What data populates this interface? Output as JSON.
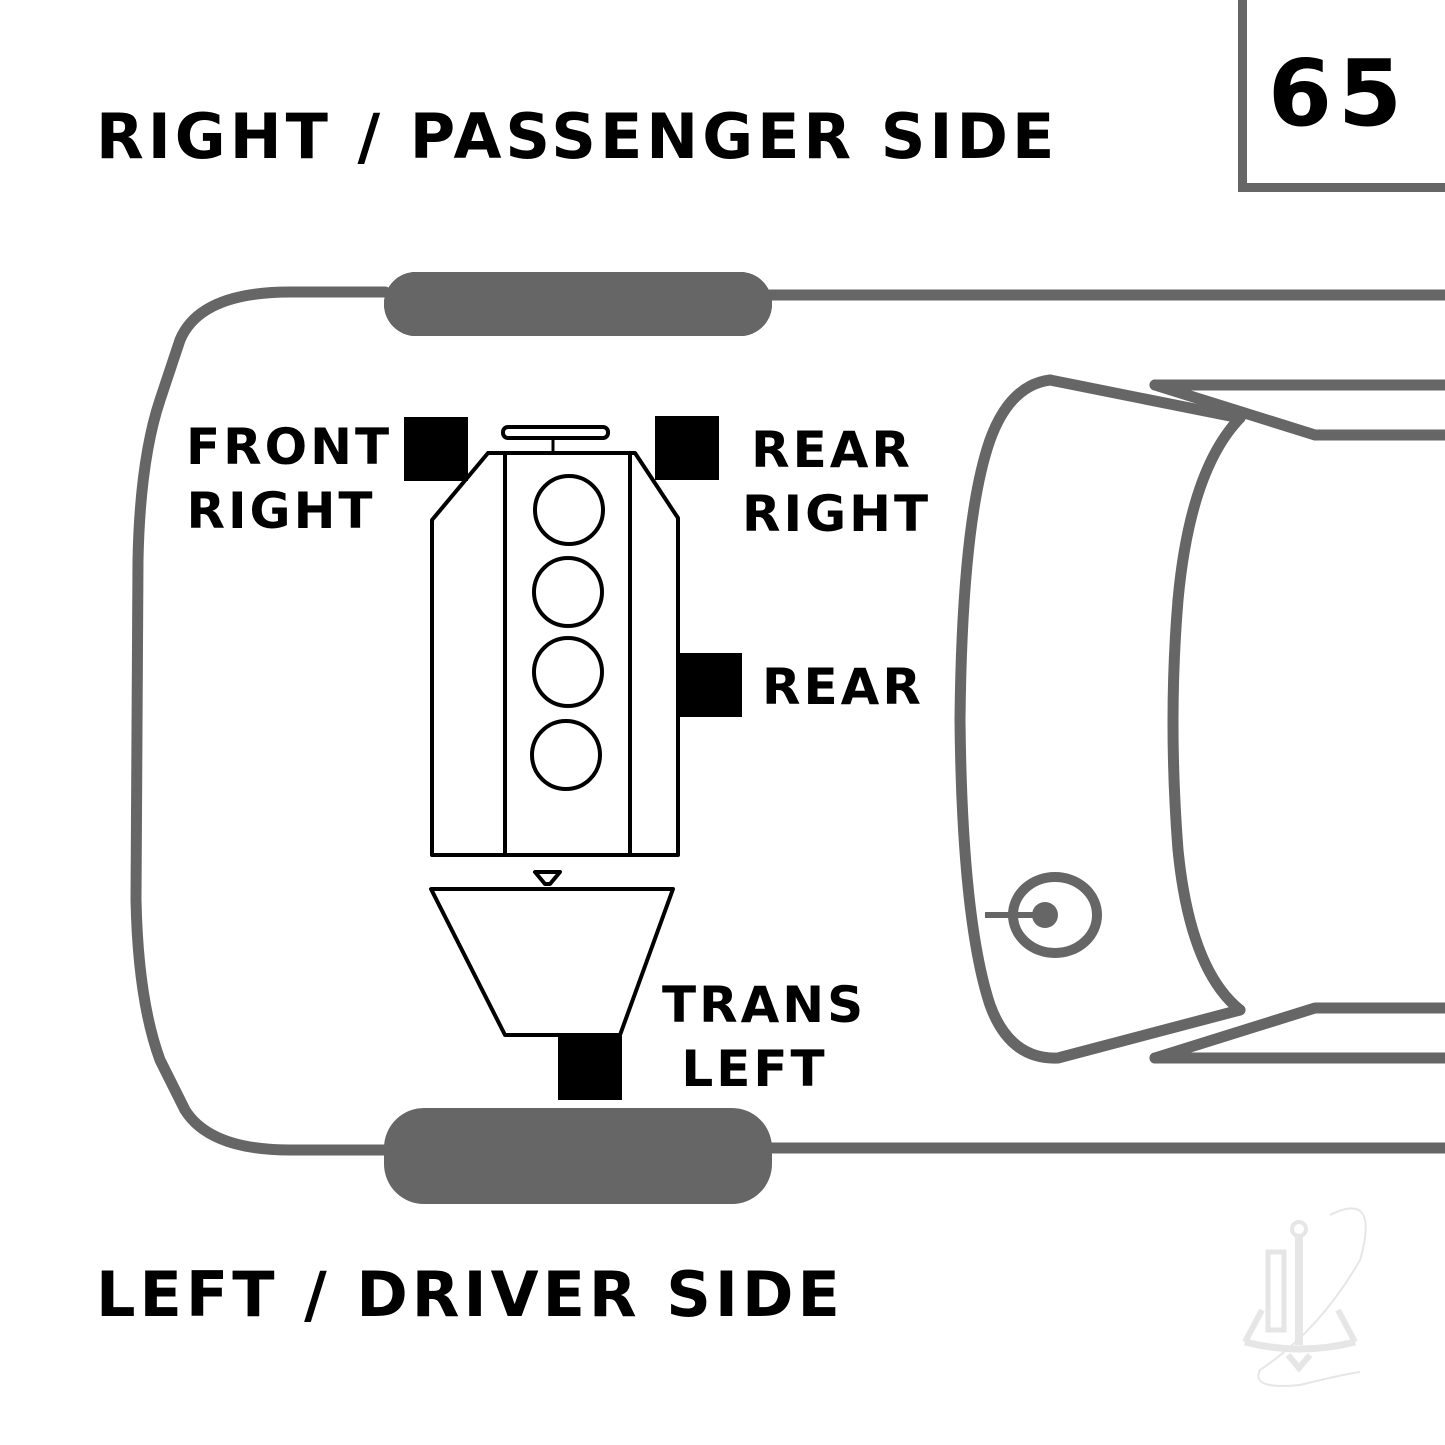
{
  "diagram": {
    "type": "engine-mount-location-diagram",
    "diagram_number": "65",
    "side_labels": {
      "top": "RIGHT / PASSENGER SIDE",
      "bottom": "LEFT / DRIVER SIDE"
    },
    "mounts": [
      {
        "id": "front-right",
        "line1": "FRONT",
        "line2": "RIGHT"
      },
      {
        "id": "rear-right",
        "line1": "REAR",
        "line2": "RIGHT"
      },
      {
        "id": "rear",
        "line1": "REAR",
        "line2": ""
      },
      {
        "id": "trans-left",
        "line1": "TRANS",
        "line2": "LEFT"
      }
    ],
    "engine": {
      "cylinders": 4
    },
    "colors": {
      "vehicle_outline": "#666666",
      "mount_fill": "#000000",
      "engine_stroke": "#000000",
      "watermark": "#e6e6e6"
    },
    "watermark": {
      "text": "ai",
      "mark": "®"
    }
  }
}
